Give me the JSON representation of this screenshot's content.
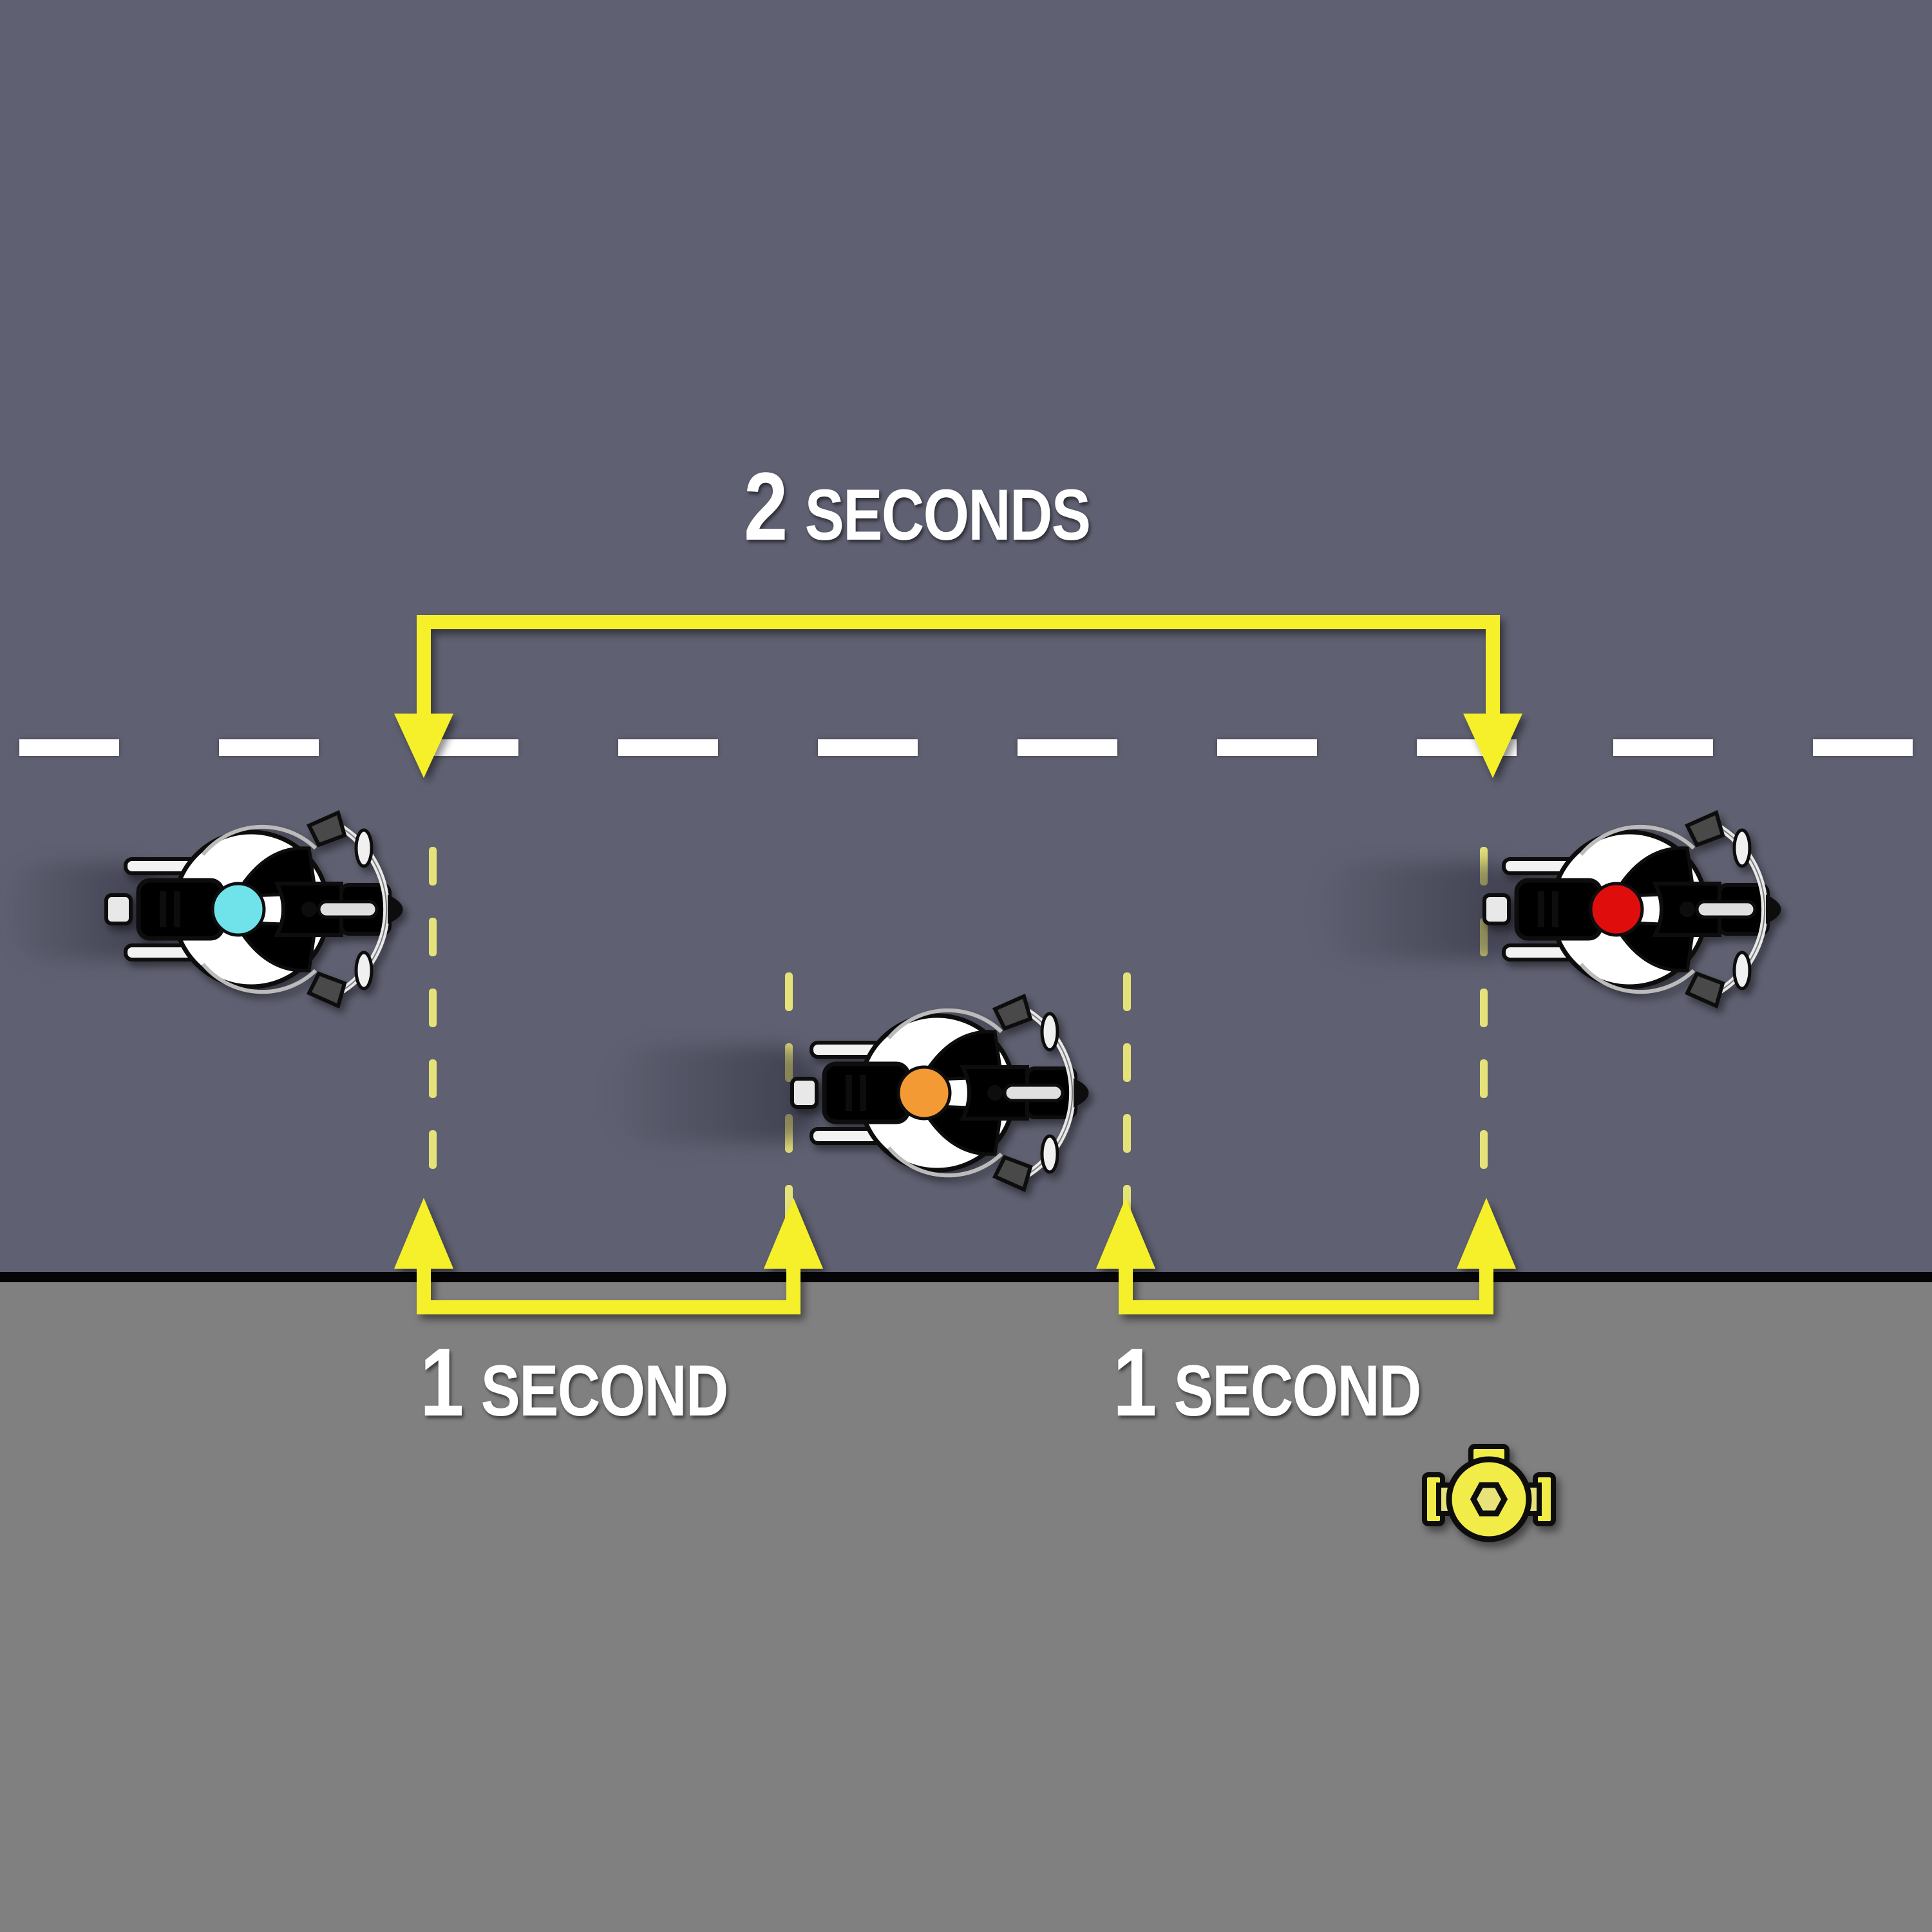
{
  "diagram": {
    "title": "Staggered riding formation following distance",
    "colors": {
      "road": "#5f6071",
      "sidewalk": "#808080",
      "curb": "#050508",
      "lane_marking": "#ffffff",
      "arrow": "#f5f02a",
      "guide_line": "#e6e27a",
      "label_text": "#ffffff"
    },
    "labels": {
      "top": {
        "number": "2",
        "word": "SECONDS"
      },
      "bottom_left": {
        "number": "1",
        "word": "SECOND"
      },
      "bottom_right": {
        "number": "1",
        "word": "SECOND"
      }
    },
    "riders": [
      {
        "position": "lead-left-lane",
        "bike_color": "#f2ea5c",
        "helmet_color": "#6fe3ea",
        "jacket_color": "#1b2aa8"
      },
      {
        "position": "middle-right-lane",
        "bike_color": "#8fe8ec",
        "helmet_color": "#f39a35",
        "jacket_color": "#8a3510"
      },
      {
        "position": "front-left-lane",
        "bike_color": "#5be028",
        "helmet_color": "#e01010",
        "jacket_color": "#1b2aa8"
      }
    ],
    "objects": [
      {
        "type": "fire-hydrant-icon",
        "color": "#f2ec4a"
      }
    ]
  }
}
